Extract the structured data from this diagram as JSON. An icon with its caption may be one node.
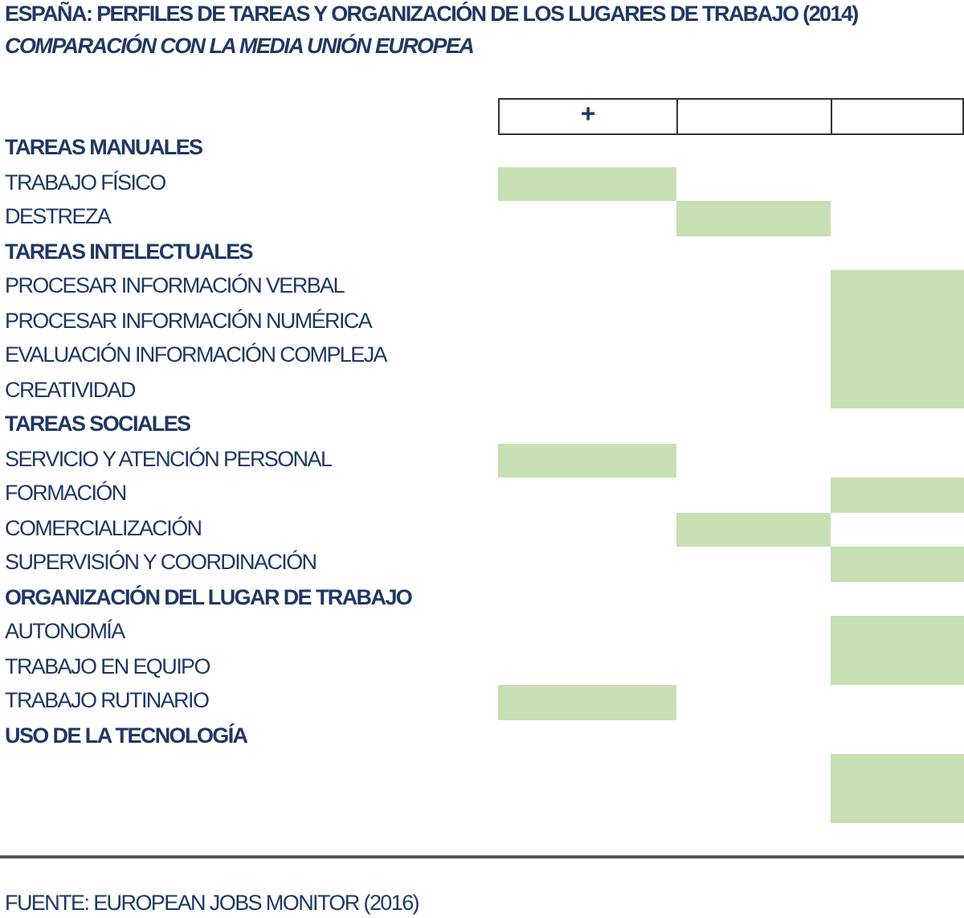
{
  "diagram": {
    "title": "ESPAÑA: PERFILES DE TAREAS Y ORGANIZACIÓN DE LOS LUGARES DE TRABAJO (2014)",
    "caption": "FUENTE: EUROPEAN JOBS MONITOR (2016)",
    "labels": [
      "COMPARACIÓN CON LA MEDIA UNIÓN EUROPEA",
      "+",
      "TAREAS MANUALES",
      "TRABAJO FÍSICO",
      "DESTREZA",
      "TAREAS INTELECTUALES",
      "PROCESAR INFORMACIÓN VERBAL",
      "PROCESAR INFORMACIÓN NUMÉRICA",
      "EVALUACIÓN INFORMACIÓN COMPLEJA",
      "CREATIVIDAD",
      "TAREAS SOCIALES",
      "SERVICIO Y ATENCIÓN PERSONAL",
      "FORMACIÓN",
      "COMERCIALIZACIÓN",
      "SUPERVISIÓN Y COORDINACIÓN",
      "ORGANIZACIÓN DEL LUGAR DE TRABAJO",
      "AUTONOMÍA",
      "TRABAJO EN EQUIPO",
      "TRABAJO RUTINARIO",
      "USO DE LA TECNOLOGÍA"
    ]
  }
}
